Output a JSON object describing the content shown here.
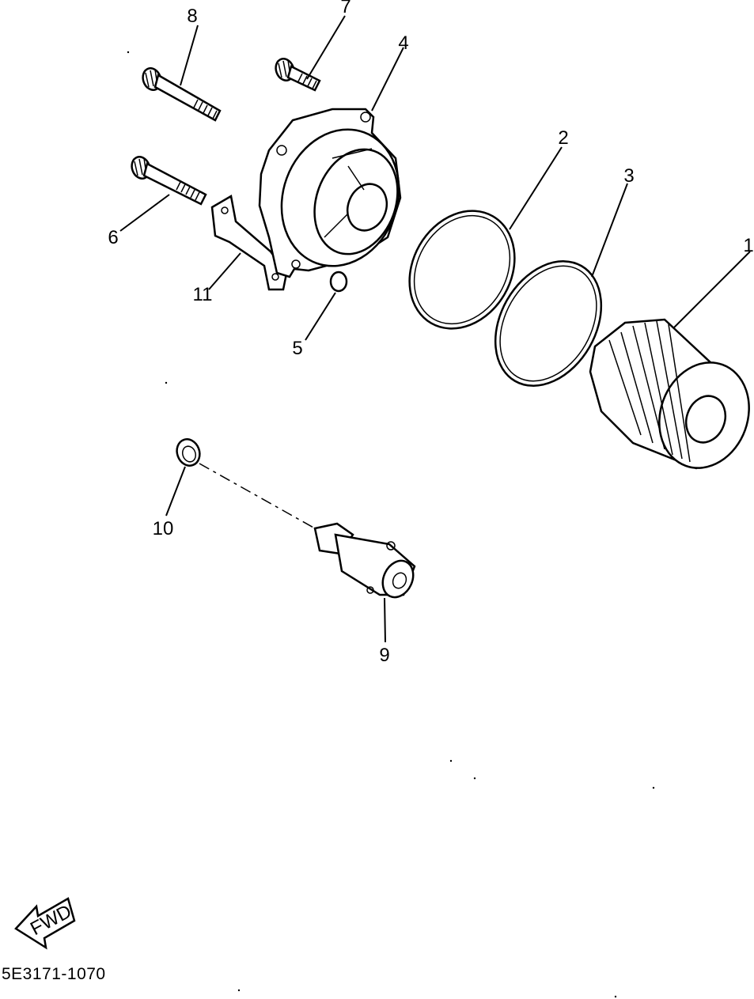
{
  "diagram": {
    "callouts": {
      "c1": "1",
      "c2": "2",
      "c3": "3",
      "c4": "4",
      "c5": "5",
      "c6": "6",
      "c7": "7",
      "c8": "8",
      "c9": "9",
      "c10": "10",
      "c11": "11"
    },
    "fwd_label": "FWD",
    "drawing_code": "5E3171-1070"
  }
}
